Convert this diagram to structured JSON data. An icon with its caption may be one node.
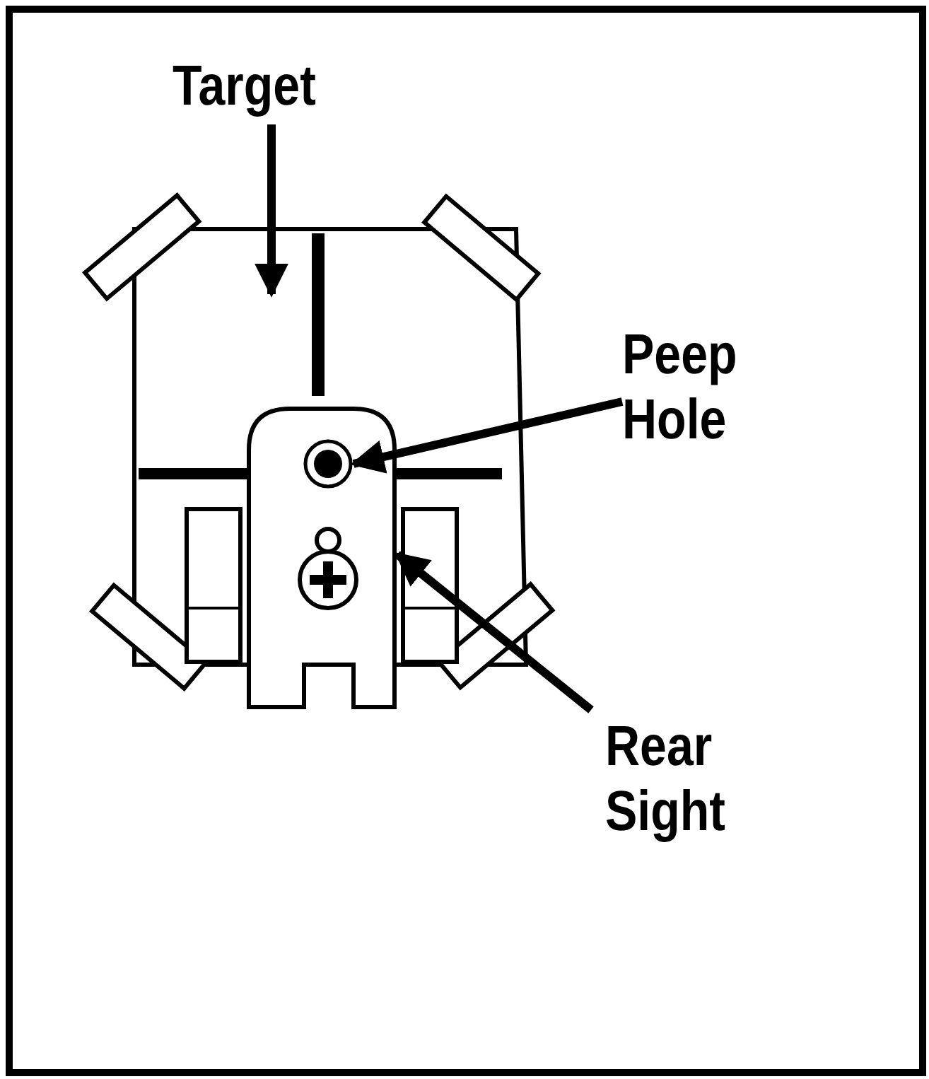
{
  "diagram": {
    "nodes": [
      {
        "text": [
          "Target"
        ]
      },
      {
        "text": [],
        "shape": "box"
      },
      {
        "text": [
          "Peep Hole"
        ]
      },
      {
        "text": [],
        "shape": "picture"
      },
      {
        "text": [],
        "shape": "circle",
        "in": 3
      },
      {
        "text": [
          "Rear Sight"
        ]
      }
    ],
    "edges": [
      {
        "from": 0,
        "to": 1,
        "arrow": "to"
      },
      {
        "from": 2,
        "to": 4,
        "arrow": "to"
      },
      {
        "from": 5,
        "to": 3,
        "arrow": "to"
      }
    ]
  }
}
